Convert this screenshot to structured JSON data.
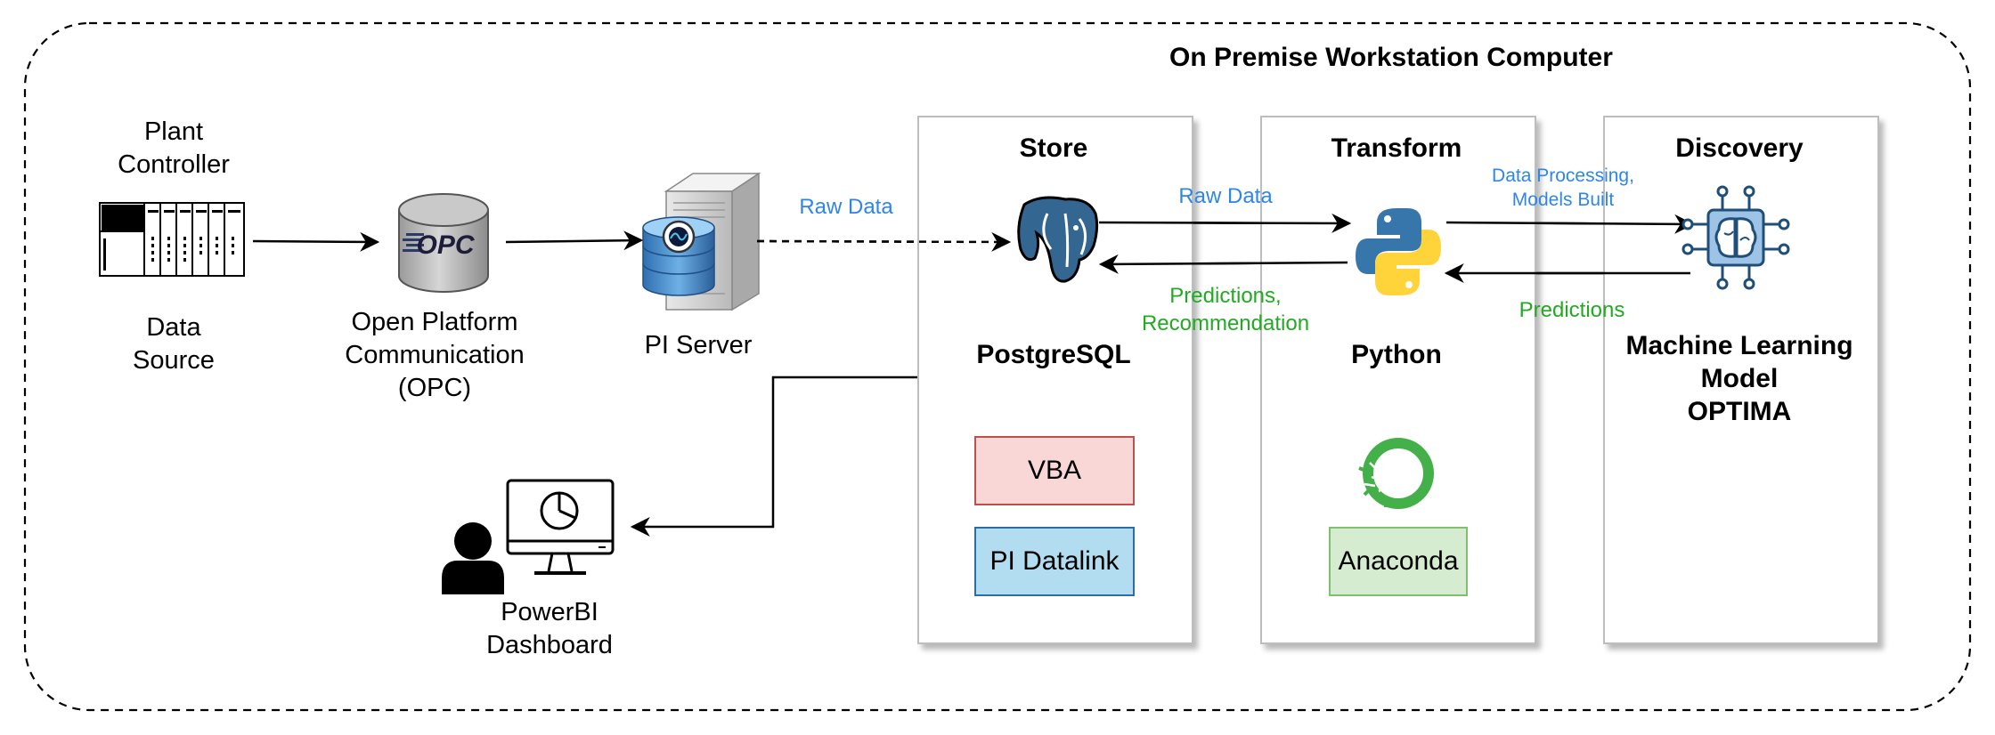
{
  "title": "On Premise Workstation Computer",
  "source": {
    "label_top": [
      "Plant",
      "Controller"
    ],
    "label_bottom": [
      "Data",
      "Source"
    ]
  },
  "opc": {
    "logo_text": "OPC",
    "label": [
      "Open Platform",
      "Communication",
      "(OPC)"
    ]
  },
  "pi_server": {
    "label": "PI Server"
  },
  "powerbi": {
    "label": [
      "PowerBI",
      "Dashboard"
    ]
  },
  "store": {
    "title": "Store",
    "db_label": "PostgreSQL",
    "tools": [
      {
        "label": "VBA",
        "fill": "#fad7d7",
        "border": "#c0504d"
      },
      {
        "label": "PI Datalink",
        "fill": "#b2dcf0",
        "border": "#2e6da4"
      }
    ]
  },
  "transform": {
    "title": "Transform",
    "lang_label": "Python",
    "tool": {
      "label": "Anaconda",
      "fill": "#d5ecd0",
      "border": "#7fbf6f"
    }
  },
  "discovery": {
    "title": "Discovery",
    "model_label": [
      "Machine Learning",
      "Model",
      "OPTIMA"
    ]
  },
  "flows": {
    "raw_data_1": "Raw Data",
    "raw_data_2": "Raw Data",
    "predictions_rec": [
      "Predictions,",
      "Recommendation"
    ],
    "processing": [
      "Data Processing,",
      "Models Built"
    ],
    "predictions": "Predictions"
  },
  "colors": {
    "flow_blue": "#2e86e8",
    "flow_green": "#22aa22",
    "panel_border": "#bdbdbd",
    "postgres_blue": "#336791",
    "python_blue": "#3776ab",
    "python_yellow": "#ffd43b",
    "anaconda_green": "#43b049",
    "ml_icon": "#1f4e79",
    "ml_icon_fill": "#9dc3e6"
  }
}
